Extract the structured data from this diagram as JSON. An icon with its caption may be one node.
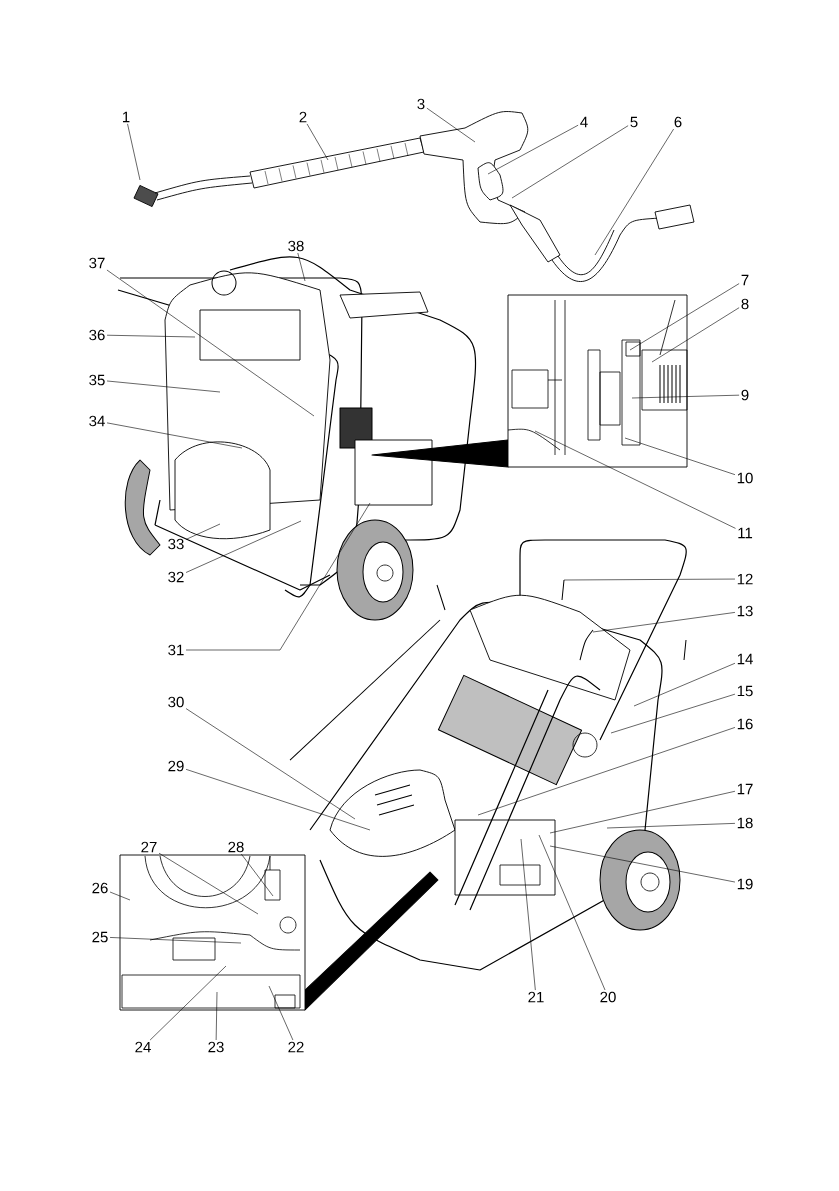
{
  "diagram": {
    "nodes": [
      {
        "text": [
          "1"
        ]
      },
      {
        "text": [
          "2"
        ]
      },
      {
        "text": [
          "3"
        ]
      },
      {
        "text": [
          "4"
        ]
      },
      {
        "text": [
          "5"
        ]
      },
      {
        "text": [
          "6"
        ]
      },
      {
        "text": [
          "7"
        ]
      },
      {
        "text": [
          "8"
        ]
      },
      {
        "text": [
          "9"
        ]
      },
      {
        "text": [
          "10"
        ]
      },
      {
        "text": [
          "11"
        ]
      },
      {
        "text": [
          "12"
        ]
      },
      {
        "text": [
          "13"
        ]
      },
      {
        "text": [
          "14"
        ]
      },
      {
        "text": [
          "15"
        ]
      },
      {
        "text": [
          "16"
        ]
      },
      {
        "text": [
          "17"
        ]
      },
      {
        "text": [
          "18"
        ]
      },
      {
        "text": [
          "19"
        ]
      },
      {
        "text": [
          "20"
        ]
      },
      {
        "text": [
          "21"
        ]
      },
      {
        "text": [
          "22"
        ]
      },
      {
        "text": [
          "23"
        ]
      },
      {
        "text": [
          "24"
        ]
      },
      {
        "text": [
          "25"
        ]
      },
      {
        "text": [
          "26"
        ]
      },
      {
        "text": [
          "27"
        ]
      },
      {
        "text": [
          "28"
        ]
      },
      {
        "text": [
          "29"
        ]
      },
      {
        "text": [
          "30"
        ]
      },
      {
        "text": [
          "31"
        ]
      },
      {
        "text": [
          "32"
        ]
      },
      {
        "text": [
          "33"
        ]
      },
      {
        "text": [
          "34"
        ]
      },
      {
        "text": [
          "35"
        ]
      },
      {
        "text": [
          "36"
        ]
      },
      {
        "text": [
          "37"
        ]
      },
      {
        "text": [
          "38"
        ]
      }
    ],
    "edges": [
      {
        "from": 0,
        "to": null,
        "arrow": "none"
      },
      {
        "from": 1,
        "to": null,
        "arrow": "none"
      },
      {
        "from": 2,
        "to": null,
        "arrow": "none"
      },
      {
        "from": 3,
        "to": null,
        "arrow": "none"
      },
      {
        "from": 4,
        "to": null,
        "arrow": "none"
      },
      {
        "from": 5,
        "to": null,
        "arrow": "none"
      },
      {
        "from": 6,
        "to": null,
        "arrow": "none"
      },
      {
        "from": 7,
        "to": null,
        "arrow": "none"
      },
      {
        "from": 8,
        "to": null,
        "arrow": "none"
      },
      {
        "from": 9,
        "to": null,
        "arrow": "none"
      },
      {
        "from": 10,
        "to": null,
        "arrow": "none"
      },
      {
        "from": 11,
        "to": null,
        "arrow": "none"
      },
      {
        "from": 12,
        "to": null,
        "arrow": "none"
      },
      {
        "from": 13,
        "to": null,
        "arrow": "none"
      },
      {
        "from": 14,
        "to": null,
        "arrow": "none"
      },
      {
        "from": 15,
        "to": null,
        "arrow": "none"
      },
      {
        "from": 16,
        "to": null,
        "arrow": "none"
      },
      {
        "from": 17,
        "to": null,
        "arrow": "none"
      },
      {
        "from": 18,
        "to": null,
        "arrow": "none"
      },
      {
        "from": 19,
        "to": null,
        "arrow": "none"
      },
      {
        "from": 20,
        "to": null,
        "arrow": "none"
      },
      {
        "from": 21,
        "to": null,
        "arrow": "none"
      },
      {
        "from": 22,
        "to": null,
        "arrow": "none"
      },
      {
        "from": 23,
        "to": null,
        "arrow": "none"
      },
      {
        "from": 24,
        "to": null,
        "arrow": "none"
      },
      {
        "from": 25,
        "to": null,
        "arrow": "none"
      },
      {
        "from": 26,
        "to": null,
        "arrow": "none"
      },
      {
        "from": 27,
        "to": null,
        "arrow": "none"
      },
      {
        "from": 28,
        "to": null,
        "arrow": "none"
      },
      {
        "from": 29,
        "to": null,
        "arrow": "none"
      },
      {
        "from": 30,
        "to": null,
        "arrow": "none"
      },
      {
        "from": 31,
        "to": null,
        "arrow": "none"
      },
      {
        "from": 32,
        "to": null,
        "arrow": "none"
      },
      {
        "from": 33,
        "to": null,
        "arrow": "none"
      },
      {
        "from": 34,
        "to": null,
        "arrow": "none"
      },
      {
        "from": 35,
        "to": null,
        "arrow": "none"
      },
      {
        "from": 36,
        "to": null,
        "arrow": "none"
      },
      {
        "from": 37,
        "to": null,
        "arrow": "none"
      }
    ]
  }
}
